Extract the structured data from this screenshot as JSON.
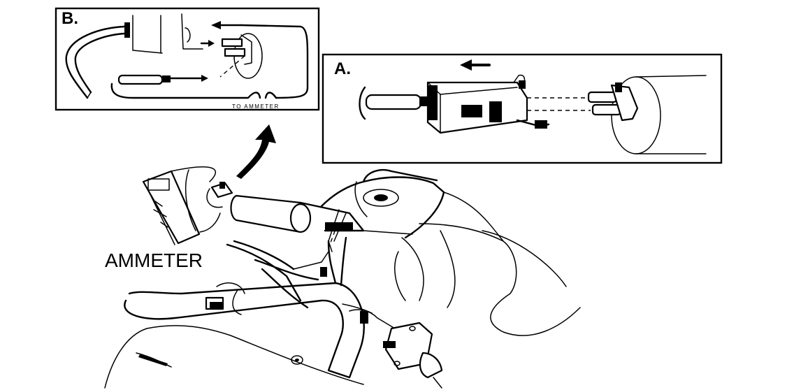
{
  "diagram": {
    "main_label": "AMMETER",
    "inset_b": {
      "label": "B.",
      "meter_label": "TO AMMETER"
    },
    "inset_a": {
      "label": "A."
    }
  }
}
